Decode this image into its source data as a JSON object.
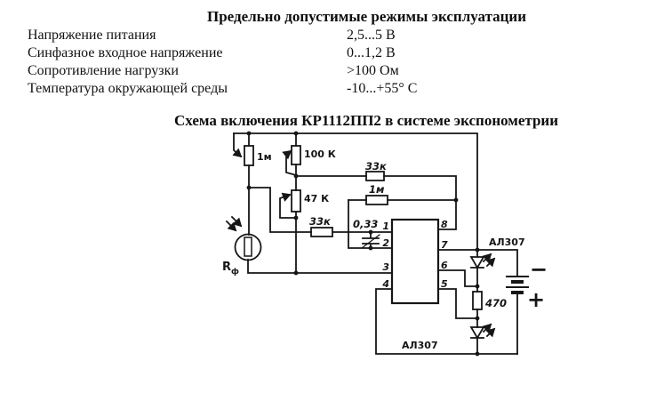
{
  "page": {
    "title1": "Предельно допустимые режимы эксплуатации",
    "title2": "Схема включения КР1112ПП2 в системе экспонометрии"
  },
  "specs": [
    {
      "label": "Напряжение питания",
      "value": "2,5...5 В"
    },
    {
      "label": "Синфазное входное напряжение",
      "value": "0...1,2 В"
    },
    {
      "label": "Сопротивление нагрузки",
      "value": ">100 Ом"
    },
    {
      "label": "Температура окружающей среды",
      "value": "-10...+55° С"
    }
  ],
  "schematic": {
    "pot_1m": "1м",
    "pot_100k": "100 К",
    "pot_47k": "47 К",
    "r33k_feedback": "33к",
    "r1m_feedback": "1м",
    "r33k_input": "33к",
    "cap": "0,33",
    "r470": "470",
    "led_top": "АЛ307",
    "led_bottom": "АЛ307",
    "photocell_r": "R",
    "photocell_sub": "ф",
    "battery_minus": "−",
    "battery_plus": "+",
    "pins": {
      "p1": "1",
      "p2": "2",
      "p3": "3",
      "p4": "4",
      "p5": "5",
      "p6": "6",
      "p7": "7",
      "p8": "8"
    },
    "ink": "#161616"
  }
}
